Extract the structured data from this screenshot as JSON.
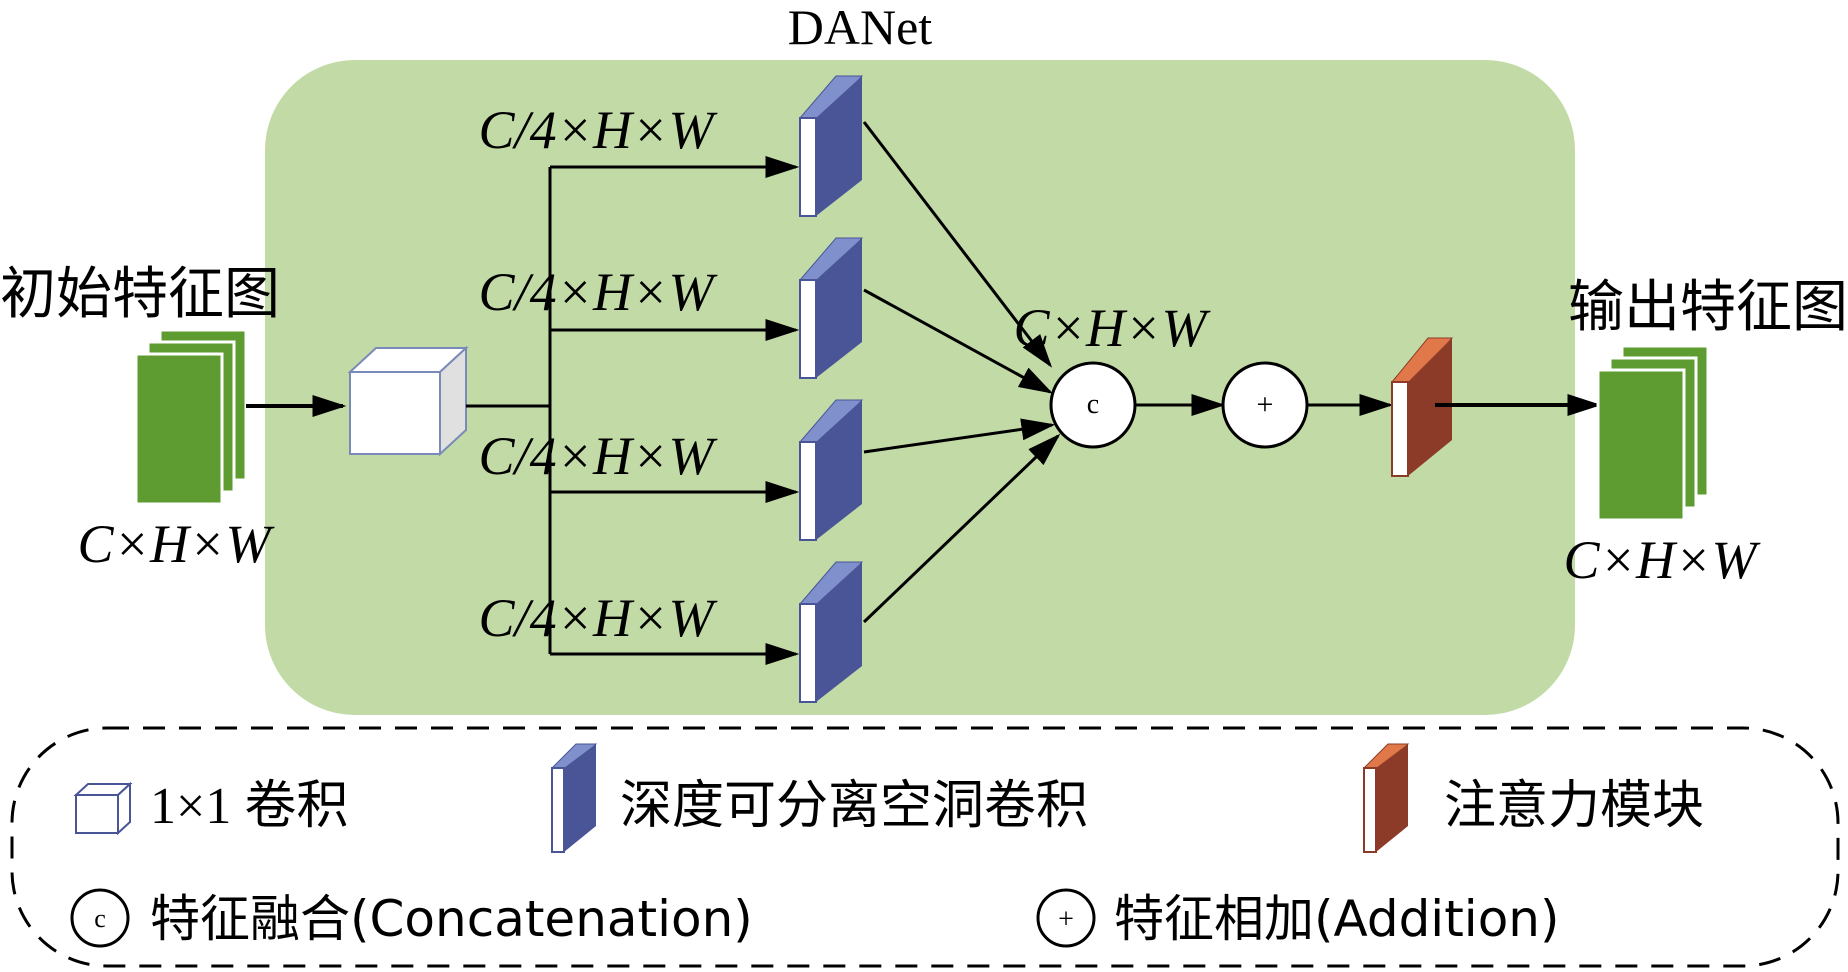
{
  "title": "DANet",
  "input": {
    "label": "初始特征图",
    "dims": "C×H×W"
  },
  "output": {
    "label": "输出特征图",
    "dims": "C×H×W"
  },
  "branches": [
    {
      "dims": "C/4×H×W"
    },
    {
      "dims": "C/4×H×W"
    },
    {
      "dims": "C/4×H×W"
    },
    {
      "dims": "C/4×H×W"
    }
  ],
  "concat": {
    "symbol": "c",
    "dims": "C×H×W"
  },
  "add": {
    "symbol": "+"
  },
  "legend": {
    "conv1x1": "1×1 卷积",
    "dsconv": "深度可分离空洞卷积",
    "attention": "注意力模块",
    "concat": "特征融合(Concatenation)",
    "add": "特征相加(Addition)"
  },
  "colors": {
    "panel": "#c2dba6",
    "feature_green": "#5e9c32",
    "conv_blue": "#4a5598",
    "conv_blue_top": "#8090cc",
    "attention_brown": "#8b3b28",
    "attention_top": "#e0784a"
  }
}
